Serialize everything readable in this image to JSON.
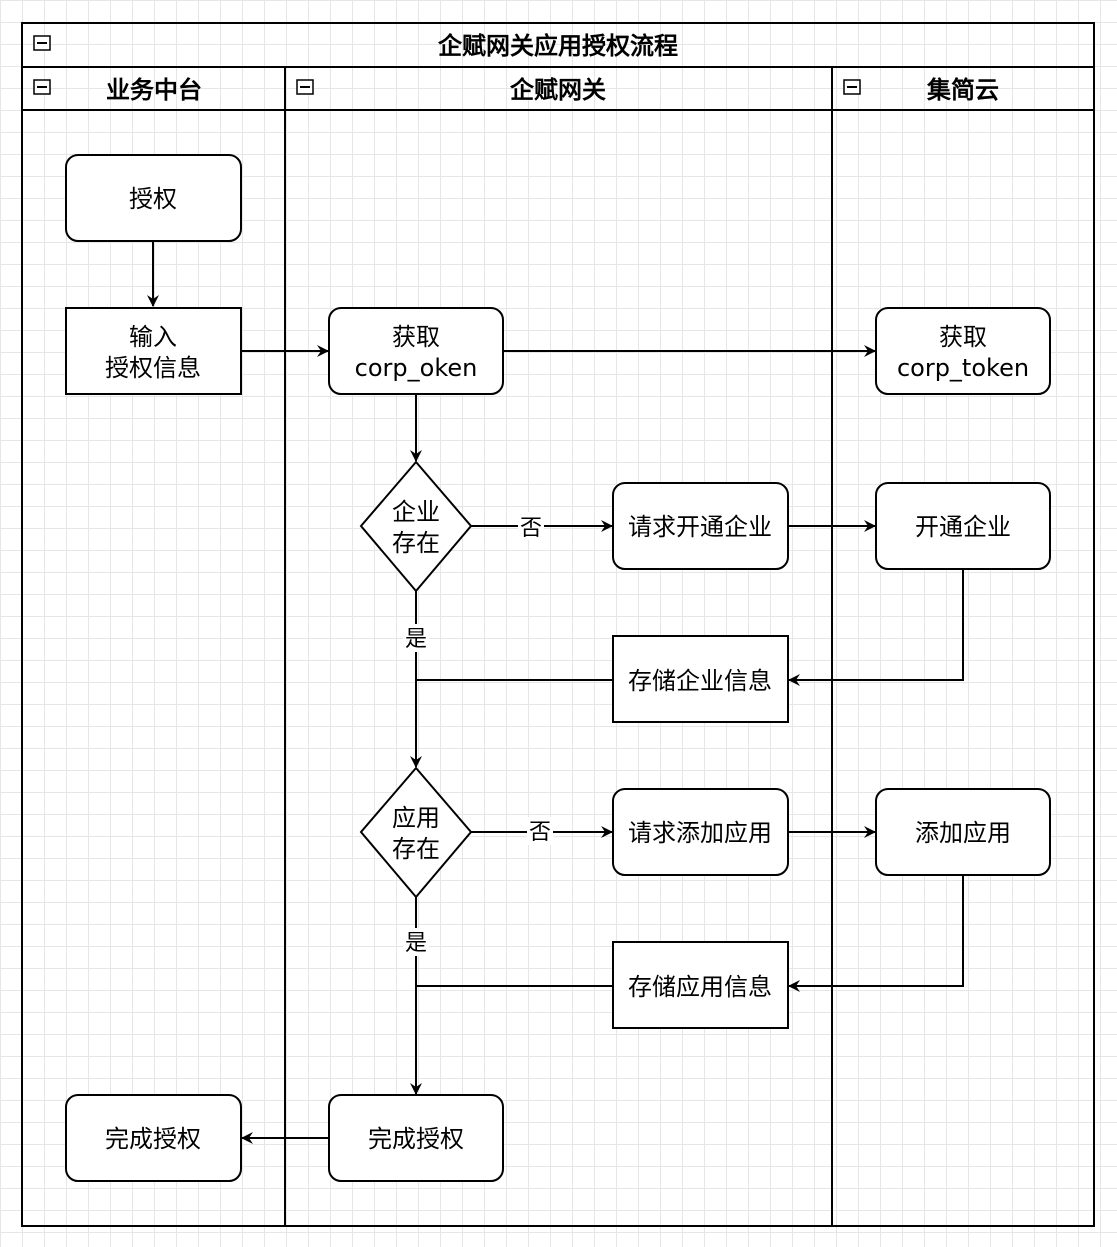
{
  "pool": {
    "title": "企赋网关应用授权流程"
  },
  "lanes": {
    "business": {
      "label": "业务中台"
    },
    "gateway": {
      "label": "企赋网关"
    },
    "cloud": {
      "label": "集简云"
    }
  },
  "nodes": {
    "authorize": {
      "line1": "授权"
    },
    "input_auth": {
      "line1": "输入",
      "line2": "授权信息"
    },
    "get_token_gw": {
      "line1": "获取",
      "line2": "corp_oken"
    },
    "get_token_cloud": {
      "line1": "获取",
      "line2": "corp_token"
    },
    "corp_exists": {
      "line1": "企业",
      "line2": "存在"
    },
    "req_open_corp": {
      "line1": "请求开通企业"
    },
    "open_corp": {
      "line1": "开通企业"
    },
    "store_corp": {
      "line1": "存储企业信息"
    },
    "app_exists": {
      "line1": "应用",
      "line2": "存在"
    },
    "req_add_app": {
      "line1": "请求添加应用"
    },
    "add_app": {
      "line1": "添加应用"
    },
    "store_app": {
      "line1": "存储应用信息"
    },
    "done_gw": {
      "line1": "完成授权"
    },
    "done_biz": {
      "line1": "完成授权"
    }
  },
  "edge_labels": {
    "corp_no": "否",
    "corp_yes": "是",
    "app_no": "否",
    "app_yes": "是"
  }
}
